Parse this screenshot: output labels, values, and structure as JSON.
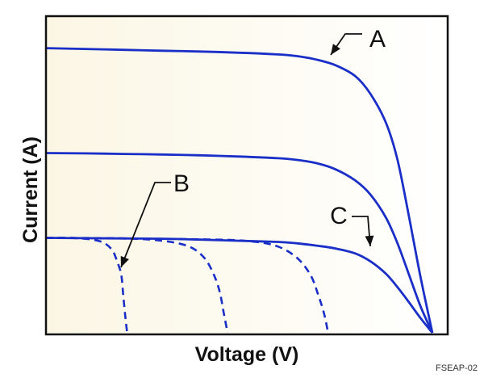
{
  "chart_data": {
    "type": "line",
    "xlabel": "Voltage (V)",
    "ylabel": "Current (A)",
    "grid": false,
    "legend": "none",
    "xlim": [
      0,
      1
    ],
    "ylim": [
      0,
      1
    ],
    "series": [
      {
        "style": "solid",
        "x": [
          0,
          0.1,
          0.2,
          0.3,
          0.4,
          0.5,
          0.6,
          0.65,
          0.7,
          0.75,
          0.8,
          0.84,
          0.88,
          0.91,
          0.94,
          0.97,
          1.0
        ],
        "y": [
          0.99,
          0.987,
          0.984,
          0.981,
          0.978,
          0.974,
          0.968,
          0.962,
          0.95,
          0.93,
          0.893,
          0.83,
          0.73,
          0.6,
          0.4,
          0.19,
          0.0
        ]
      },
      {
        "style": "solid",
        "x": [
          0,
          0.1,
          0.2,
          0.3,
          0.4,
          0.5,
          0.6,
          0.65,
          0.7,
          0.75,
          0.8,
          0.84,
          0.88,
          0.91,
          0.94,
          0.97,
          1.0
        ],
        "y": [
          0.625,
          0.624,
          0.622,
          0.62,
          0.617,
          0.613,
          0.607,
          0.601,
          0.59,
          0.568,
          0.53,
          0.48,
          0.4,
          0.31,
          0.2,
          0.09,
          0.0
        ]
      },
      {
        "style": "solid",
        "x": [
          0,
          0.1,
          0.2,
          0.3,
          0.4,
          0.5,
          0.6,
          0.65,
          0.7,
          0.75,
          0.8,
          0.84,
          0.88,
          0.91,
          0.94,
          0.97,
          1.0
        ],
        "y": [
          0.33,
          0.329,
          0.328,
          0.327,
          0.324,
          0.32,
          0.316,
          0.311,
          0.303,
          0.293,
          0.276,
          0.248,
          0.205,
          0.158,
          0.105,
          0.05,
          0.0
        ]
      },
      {
        "style": "dashed",
        "x": [
          0,
          0.08,
          0.14,
          0.17,
          0.185,
          0.195,
          0.2,
          0.205,
          0.21
        ],
        "y": [
          0.33,
          0.329,
          0.318,
          0.29,
          0.245,
          0.2,
          0.13,
          0.06,
          0.0
        ]
      },
      {
        "style": "dashed",
        "x": [
          0,
          0.2,
          0.3,
          0.37,
          0.41,
          0.435,
          0.45,
          0.46,
          0.47
        ],
        "y": [
          0.33,
          0.328,
          0.32,
          0.3,
          0.26,
          0.2,
          0.14,
          0.07,
          0.0
        ]
      },
      {
        "style": "dashed",
        "x": [
          0,
          0.4,
          0.53,
          0.6,
          0.65,
          0.685,
          0.705,
          0.72,
          0.73
        ],
        "y": [
          0.33,
          0.325,
          0.318,
          0.3,
          0.26,
          0.2,
          0.13,
          0.065,
          0.0
        ]
      }
    ],
    "annotations": [
      {
        "label": "A",
        "x": 0.73,
        "y": 0.93
      },
      {
        "label": "B",
        "x": 0.19,
        "y": 0.22
      },
      {
        "label": "C",
        "x": 0.84,
        "y": 0.27
      }
    ]
  },
  "figure_id": "FSEAP-02",
  "colors": {
    "curve": "#1a2ec8",
    "frame": "#111111",
    "plot_bg_left": "#fbf6e4",
    "plot_bg_right": "#ffffff"
  }
}
